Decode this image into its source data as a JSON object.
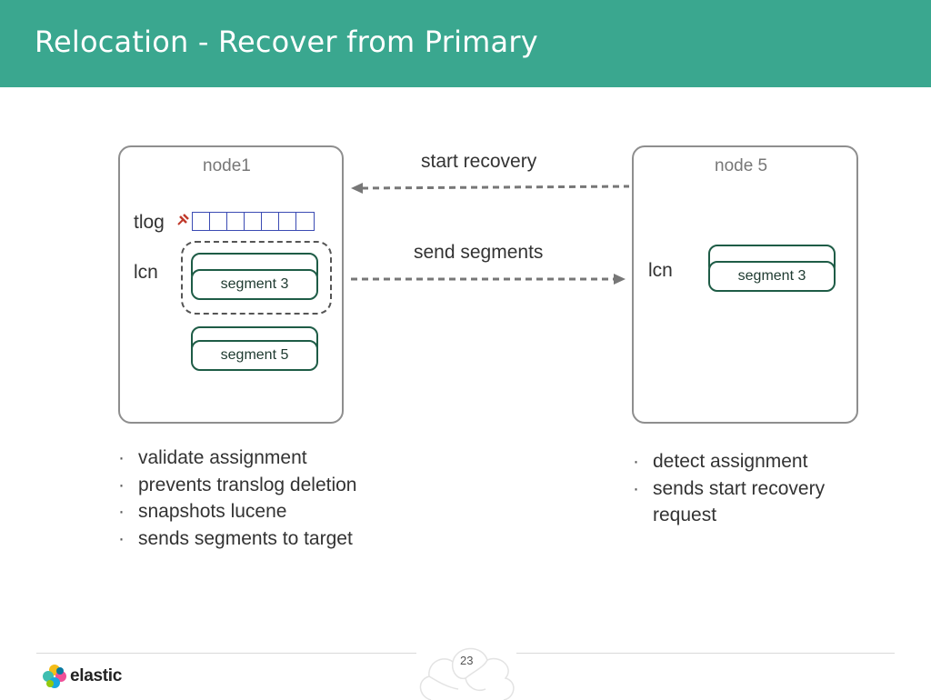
{
  "slide": {
    "title": "Relocation - Recover from Primary",
    "page_number": "23"
  },
  "node_left": {
    "label": "node1",
    "tlog_label": "tlog",
    "lcn_label": "lcn",
    "segments": [
      "segment 3",
      "segment 5"
    ],
    "bullets": [
      "validate assignment",
      "prevents translog deletion",
      "snapshots lucene",
      "sends segments to target"
    ]
  },
  "node_right": {
    "label": "node 5",
    "lcn_label": "lcn",
    "segments": [
      "segment 3"
    ],
    "bullets": [
      "detect assignment",
      "sends start recovery request"
    ]
  },
  "arrows": {
    "start_recovery": "start recovery",
    "send_segments": "send segments"
  },
  "logo": {
    "text": "elastic"
  },
  "colors": {
    "header": "#3aa78f",
    "segment_border": "#1e5c46",
    "tlog_border": "#3b4bb3",
    "pin": "#c0392b"
  }
}
